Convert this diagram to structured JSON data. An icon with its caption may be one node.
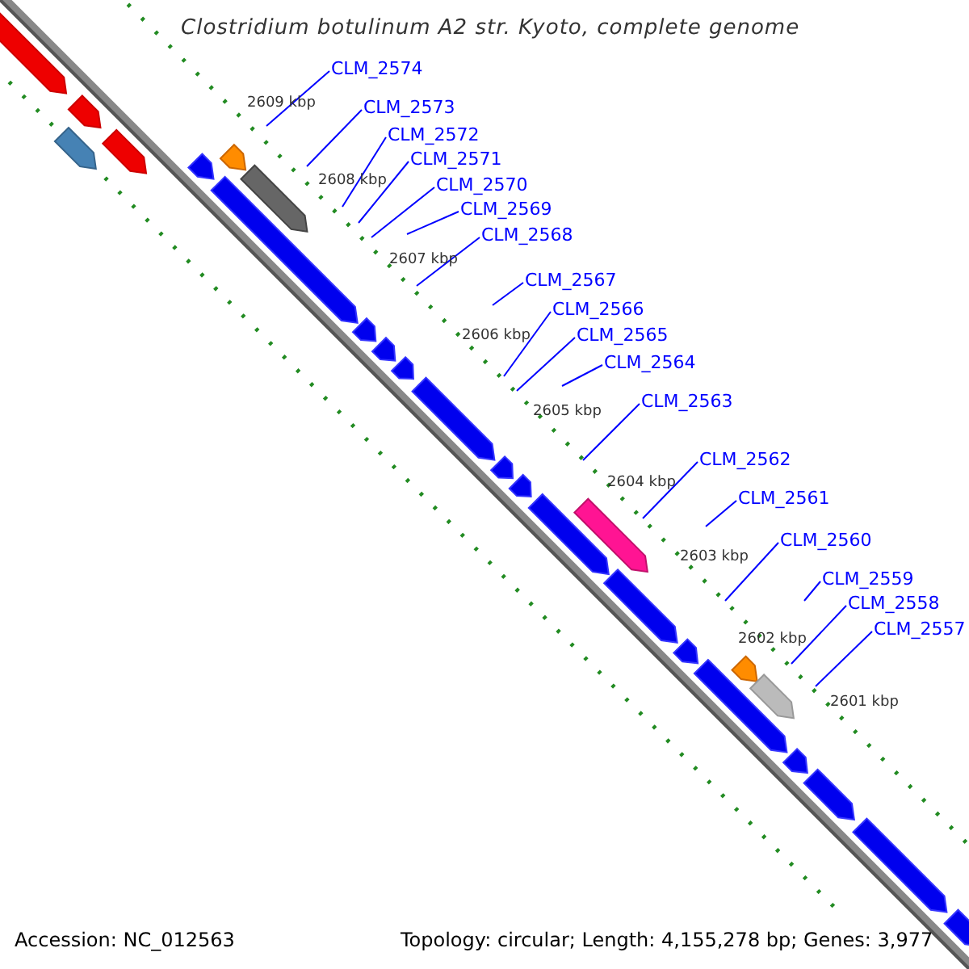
{
  "diagram": {
    "title": "Clostridium botulinum A2 str. Kyoto, complete genome",
    "nodes": [
      {
        "text": [
          "CLM_2574"
        ]
      },
      {
        "text": [
          "CLM_2573"
        ]
      },
      {
        "text": [
          "CLM_2572"
        ]
      },
      {
        "text": [
          "CLM_2571"
        ]
      },
      {
        "text": [
          "CLM_2570"
        ]
      },
      {
        "text": [
          "CLM_2569"
        ]
      },
      {
        "text": [
          "CLM_2568"
        ]
      },
      {
        "text": [
          "CLM_2567"
        ]
      },
      {
        "text": [
          "CLM_2566"
        ]
      },
      {
        "text": [
          "CLM_2565"
        ]
      },
      {
        "text": [
          "CLM_2564"
        ]
      },
      {
        "text": [
          "CLM_2563"
        ]
      },
      {
        "text": [
          "CLM_2562"
        ]
      },
      {
        "text": [
          "CLM_2561"
        ]
      },
      {
        "text": [
          "CLM_2560"
        ]
      },
      {
        "text": [
          "CLM_2559"
        ]
      },
      {
        "text": [
          "CLM_2558"
        ]
      },
      {
        "text": [
          "CLM_2557"
        ]
      }
    ],
    "edges": [
      {
        "from": 0,
        "to": null,
        "arrow": "none"
      },
      {
        "from": 1,
        "to": null,
        "arrow": "none"
      },
      {
        "from": 2,
        "to": null,
        "arrow": "none"
      },
      {
        "from": 3,
        "to": null,
        "arrow": "none"
      },
      {
        "from": 4,
        "to": null,
        "arrow": "none"
      },
      {
        "from": 5,
        "to": null,
        "arrow": "none"
      },
      {
        "from": 6,
        "to": null,
        "arrow": "none"
      },
      {
        "from": 7,
        "to": null,
        "arrow": "none"
      },
      {
        "from": 8,
        "to": null,
        "arrow": "none"
      },
      {
        "from": 9,
        "to": null,
        "arrow": "none"
      },
      {
        "from": 10,
        "to": null,
        "arrow": "none"
      },
      {
        "from": 11,
        "to": null,
        "arrow": "none"
      },
      {
        "from": 12,
        "to": null,
        "arrow": "none"
      },
      {
        "from": 13,
        "to": null,
        "arrow": "none"
      },
      {
        "from": 14,
        "to": null,
        "arrow": "none"
      },
      {
        "from": 15,
        "to": null,
        "arrow": "none"
      },
      {
        "from": 16,
        "to": null,
        "arrow": "none"
      },
      {
        "from": 17,
        "to": null,
        "arrow": "none"
      }
    ],
    "labels": [
      "2609 kbp",
      "2608 kbp",
      "2607 kbp",
      "2606 kbp",
      "2605 kbp",
      "2604 kbp",
      "2603 kbp",
      "2602 kbp",
      "2601 kbp",
      "Accession: NC_012563",
      "Topology: circular; Length: 4,155,278 bp; Genes: 3,977"
    ]
  }
}
